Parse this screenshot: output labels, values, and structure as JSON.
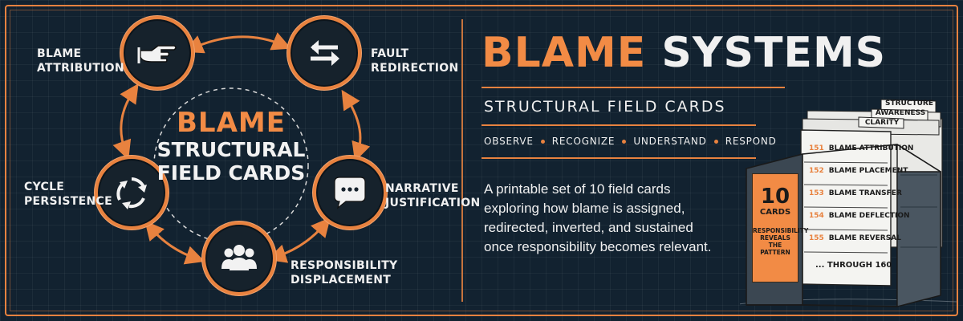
{
  "cycle": {
    "center_title_line1": "BLAME",
    "center_title_line2": "STRUCTURAL",
    "center_title_line3": "FIELD CARDS",
    "nodes": [
      {
        "label_line1": "BLAME",
        "label_line2": "ATTRIBUTION",
        "icon": "pointing-hand-icon"
      },
      {
        "label_line1": "FAULT",
        "label_line2": "REDIRECTION",
        "icon": "swap-arrows-icon"
      },
      {
        "label_line1": "NARRATIVE",
        "label_line2": "JUSTIFICATION",
        "icon": "speech-bubble-icon"
      },
      {
        "label_line1": "RESPONSIBILITY",
        "label_line2": "DISPLACEMENT",
        "icon": "people-group-icon"
      },
      {
        "label_line1": "CYCLE",
        "label_line2": "PERSISTENCE",
        "icon": "cycle-arrows-icon"
      }
    ]
  },
  "header": {
    "title_part1": "BLAME",
    "title_part2": "SYSTEMS",
    "subtitle": "STRUCTURAL FIELD CARDS",
    "steps": [
      "OBSERVE",
      "RECOGNIZE",
      "UNDERSTAND",
      "RESPOND"
    ]
  },
  "description": "A printable set of 10 field cards exploring how blame is assigned, redirected, inverted, and sustained once responsibility becomes relevant.",
  "card_box": {
    "tabs": [
      "STRUCTURE",
      "AWARENESS",
      "CLARITY"
    ],
    "count_number": "10",
    "count_word": "CARDS",
    "tagline_line1": "RESPONSIBILITY",
    "tagline_line2": "REVEALS",
    "tagline_line3": "THE PATTERN",
    "cards": [
      {
        "number": "151",
        "name": "BLAME ATTRIBUTION"
      },
      {
        "number": "152",
        "name": "BLAME PLACEMENT"
      },
      {
        "number": "153",
        "name": "BLAME TRANSFER"
      },
      {
        "number": "154",
        "name": "BLAME DEFLECTION"
      },
      {
        "number": "155",
        "name": "BLAME REVERSAL"
      }
    ],
    "through_text": "... THROUGH 160"
  },
  "colors": {
    "accent": "#e8823f",
    "background": "#122230",
    "text": "#f0f0f0"
  }
}
